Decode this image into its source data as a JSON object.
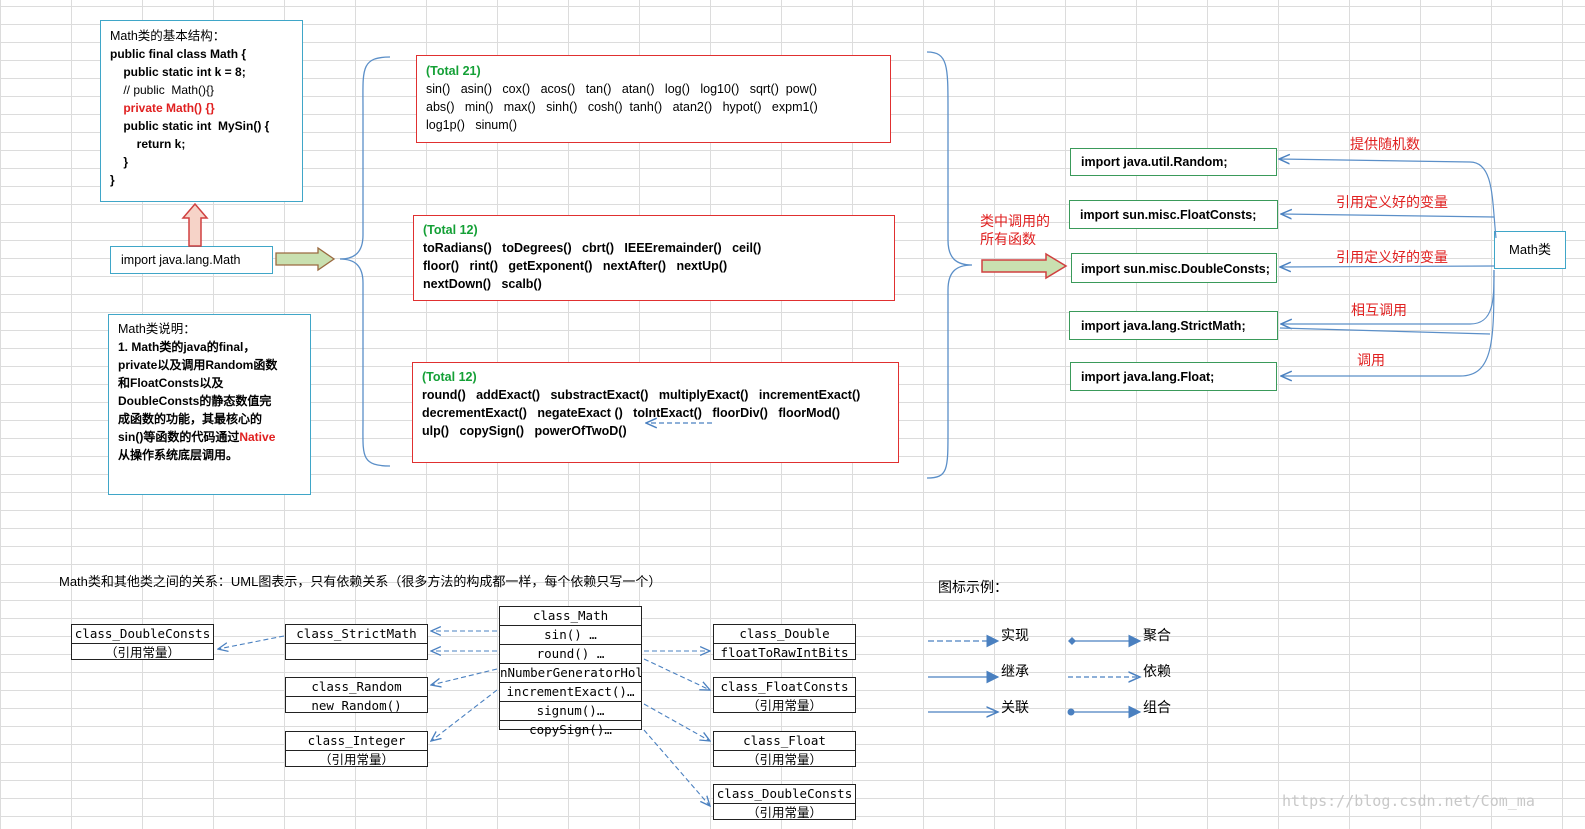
{
  "structure_box": {
    "lines": [
      "Math类的基本结构：",
      "public final class Math {",
      "    public static int k = 8;",
      "    // public  Math(){}",
      "    private Math() {}",
      "    public static int  MySin() {",
      "        return k;",
      "    }",
      "}"
    ]
  },
  "import_math": "import java.lang.Math",
  "desc_box": {
    "title": "Math类说明：",
    "lines": [
      "1. Math类的java的final，",
      "private以及调用Random函数",
      "和FloatConsts以及",
      "DoubleConsts的静态数值完",
      "成函数的功能，其最核心的",
      "sin()等函数的代码通过",
      "从操作系统底层调用。"
    ],
    "native": "Native"
  },
  "groups": [
    {
      "total": "(Total 21)",
      "lines": [
        "sin()   asin()   cox()   acos()   tan()   atan()   log()   log10()   sqrt()  pow()",
        "abs()   min()   max()   sinh()   cosh()  tanh()   atan2()   hypot()   expm1()",
        "log1p()   sinum()"
      ]
    },
    {
      "total": "(Total 12)",
      "lines": [
        "toRadians()   toDegrees()   cbrt()   IEEEremainder()   ceil()",
        "floor()   rint()   getExponent()   nextAfter()   nextUp()",
        "nextDown()   scalb()"
      ]
    },
    {
      "total": "(Total 12)",
      "lines": [
        "round()   addExact()   substractExact()   multiplyExact()   incrementExact()",
        "decrementExact()   negateExact ()   toIntExact()   floorDiv()   floorMod()",
        "ulp()   copySign()   powerOfTwoD()"
      ]
    }
  ],
  "call_label": [
    "类中调用的",
    "所有函数"
  ],
  "imports": [
    "import java.util.Random;",
    "import sun.misc.FloatConsts;",
    "import sun.misc.DoubleConsts;",
    "import java.lang.StrictMath;",
    "import java.lang.Float;"
  ],
  "import_labels": [
    "提供随机数",
    "引用定义好的变量",
    "引用定义好的变量",
    "相互调用",
    "调用"
  ],
  "math_class": "Math类",
  "uml_title": "Math类和其他类之间的关系：UML图表示，只有依赖关系（很多方法的构成都一样，每个依赖只写一个）",
  "uml": {
    "math": [
      "class_Math",
      "sin() …",
      "round() …",
      "nNumberGeneratorHol",
      "incrementExact()…",
      "signum()…",
      "copySign()…"
    ],
    "double_consts_left": [
      "class_DoubleConsts",
      "（引用常量）"
    ],
    "strict_math": [
      "class_StrictMath",
      ""
    ],
    "random": [
      "class_Random",
      "new Random()"
    ],
    "integer": [
      "class_Integer",
      "（引用常量）"
    ],
    "double": [
      "class_Double",
      "floatToRawIntBits"
    ],
    "float_consts": [
      "class_FloatConsts",
      "（引用常量）"
    ],
    "float": [
      "class_Float",
      "（引用常量）"
    ],
    "double_consts_right": [
      "class_DoubleConsts",
      "（引用常量）"
    ]
  },
  "legend": {
    "title": "图标示例：",
    "items": [
      "实现",
      "聚合",
      "继承",
      "依赖",
      "关联",
      "组合"
    ]
  },
  "watermark": "https://blog.csdn.net/Com_ma",
  "colors": {
    "blue_border": "#3fa6c8",
    "red_border": "#e03030",
    "green_text": "#14a036",
    "arrow_green": "#c9e0b0",
    "uml_line": "#4a80c0"
  }
}
